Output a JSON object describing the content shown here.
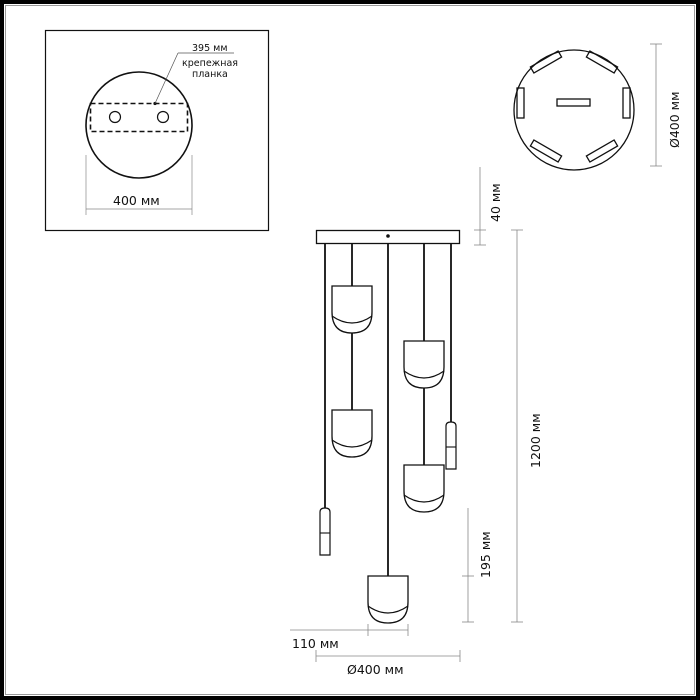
{
  "drawing": {
    "mounting_plate_view": {
      "bar_length_label": "395 мм",
      "bar_name_line1": "крепежная",
      "bar_name_line2": "планка",
      "canopy_width_label": "400 мм"
    },
    "top_view": {
      "diameter_label": "Ø400 мм"
    },
    "side_view": {
      "canopy_height_label": "40 мм",
      "total_height_label": "1200 мм",
      "shade_height_label": "195 мм",
      "shade_width_label": "110 мм",
      "overall_diameter_label": "Ø400 мм"
    }
  },
  "colors": {
    "line": "#111111",
    "dim_line": "#777777",
    "background": "#ffffff"
  }
}
